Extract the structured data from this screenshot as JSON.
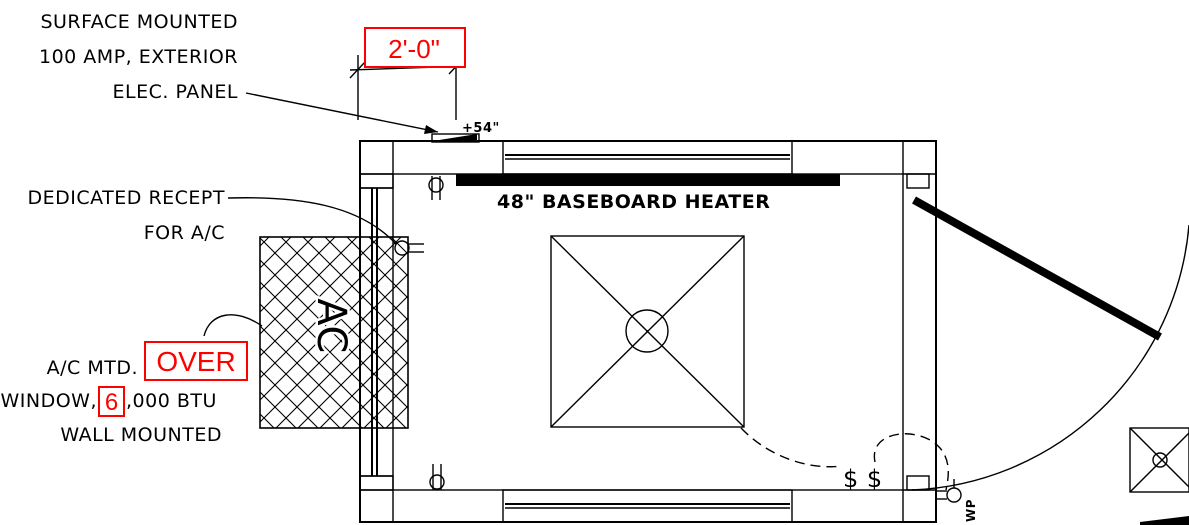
{
  "labels": {
    "panel_line1": "SURFACE MOUNTED",
    "panel_line2": "100 AMP, EXTERIOR",
    "panel_line3": "ELEC. PANEL",
    "panel_height": "+54\"",
    "recept_line1": "DEDICATED RECEPT",
    "recept_line2": "FOR A/C",
    "heater": "48\"  BASEBOARD HEATER",
    "ac_line1": "A/C MTD.",
    "ac_line2_prefix": "WINDOW,",
    "ac_line2_suffix": ",000 BTU",
    "ac_line3": "WALL MOUNTED",
    "ac_unit": "AC",
    "switches": "$ $",
    "wp": "WP"
  },
  "markups": {
    "dimension": "2'-0\"",
    "over": "OVER",
    "btu_digit": "6"
  },
  "colors": {
    "markup": "#ff0000",
    "linework": "#000000"
  }
}
